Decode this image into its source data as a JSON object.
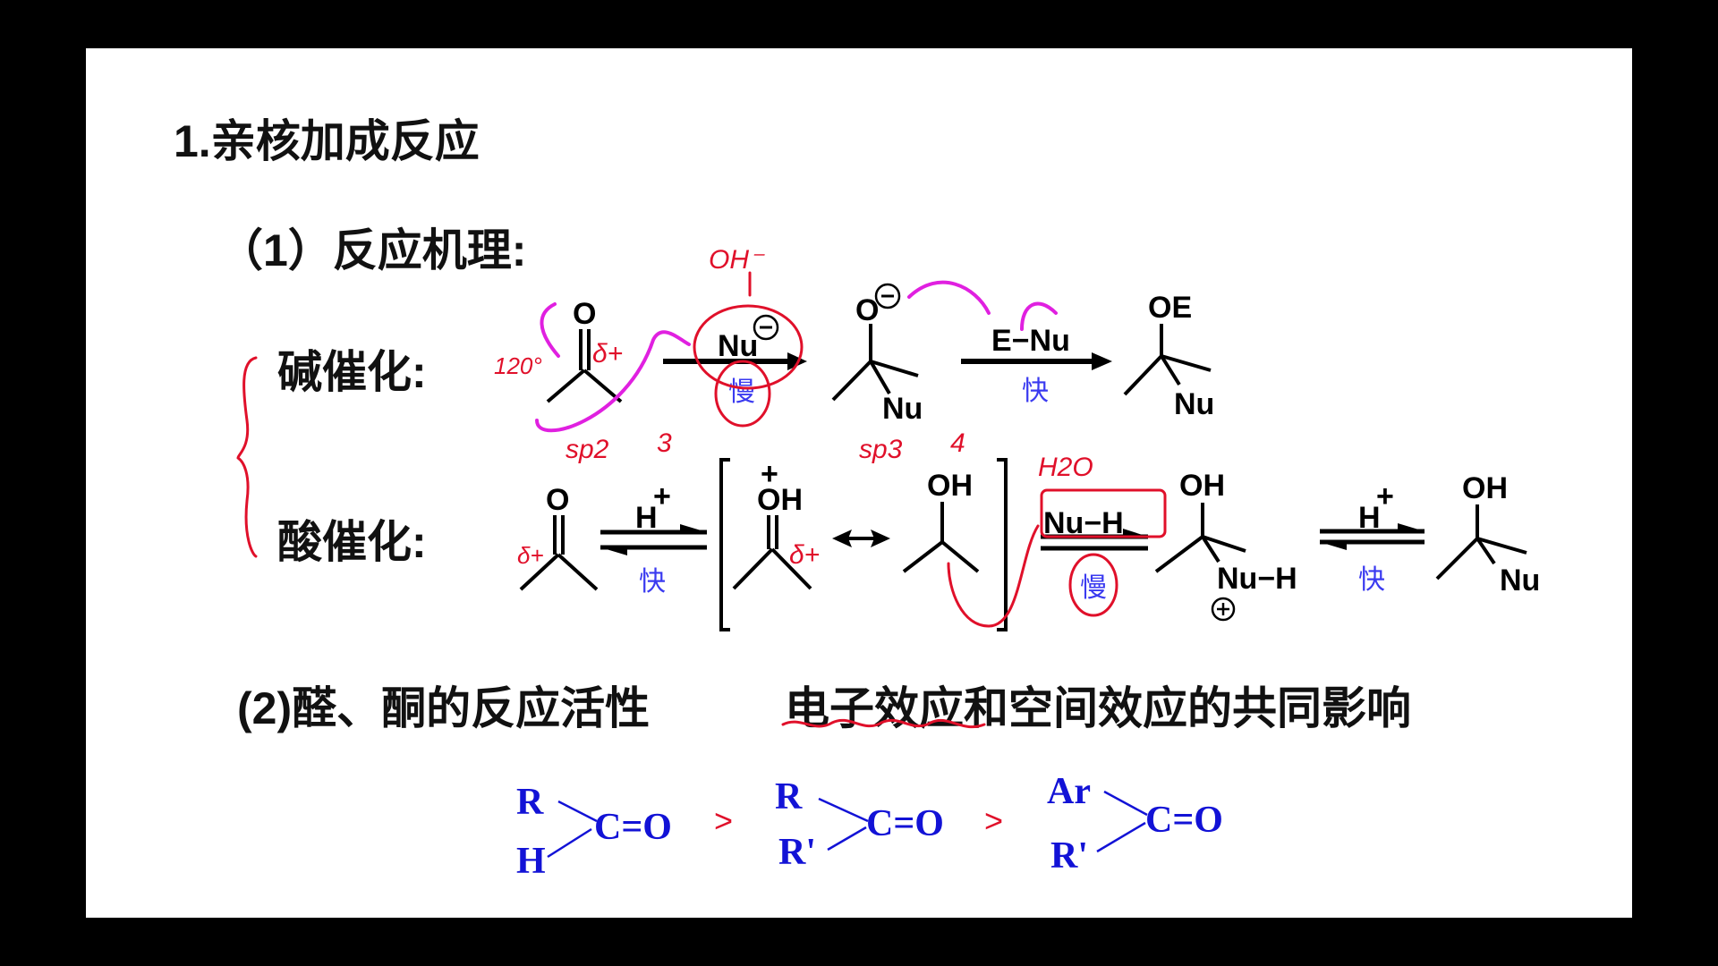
{
  "slide": {
    "title": "1.亲核加成反应",
    "subtitle1": "（1）反应机理:",
    "base_label": "碱催化:",
    "acid_label": "酸催化:",
    "subtitle2": "(2)醛、酮的反应活性",
    "subtitle2_note": "电子效应和空间效应的共同影响"
  },
  "base_mechanism": {
    "reactant_o": "O",
    "reagent1": "Nu",
    "step1_rate": "慢",
    "intermediate_o": "O",
    "intermediate_nu": "Nu",
    "reagent2": "E−Nu",
    "step2_rate": "快",
    "product_top": "OE",
    "product_nu": "Nu"
  },
  "acid_mechanism": {
    "reactant_o": "O",
    "reagent1": "H",
    "plus": "+",
    "step1_rate": "快",
    "oxonium": "OH",
    "carbocation_oh": "OH",
    "reagent2": "Nu−H",
    "step2_rate": "慢",
    "intermediate_oh": "OH",
    "intermediate_nuh": "Nu−H",
    "reagent3": "H",
    "step3_rate": "快",
    "product_oh": "OH",
    "product_nu": "Nu"
  },
  "annotations": {
    "oh_minus": "OH⁻",
    "angle": "120°",
    "delta1": "δ+",
    "delta2": "δ+",
    "delta3": "δ+",
    "sp2": "sp2",
    "three": "3",
    "sp3": "sp3",
    "four": "4",
    "h2o": "H2O"
  },
  "reactivity": {
    "group1": {
      "top": "R",
      "bottom": "H",
      "carbonyl": "C=O"
    },
    "gt1": ">",
    "group2": {
      "top": "R",
      "bottom": "R'",
      "carbonyl": "C=O"
    },
    "gt2": ">",
    "group3": {
      "top": "Ar",
      "bottom": "R'",
      "carbonyl": "C=O"
    }
  },
  "colors": {
    "text": "#111111",
    "blue": "#1212d6",
    "annotation_red": "#e0102a",
    "annotation_magenta": "#e020e0"
  }
}
